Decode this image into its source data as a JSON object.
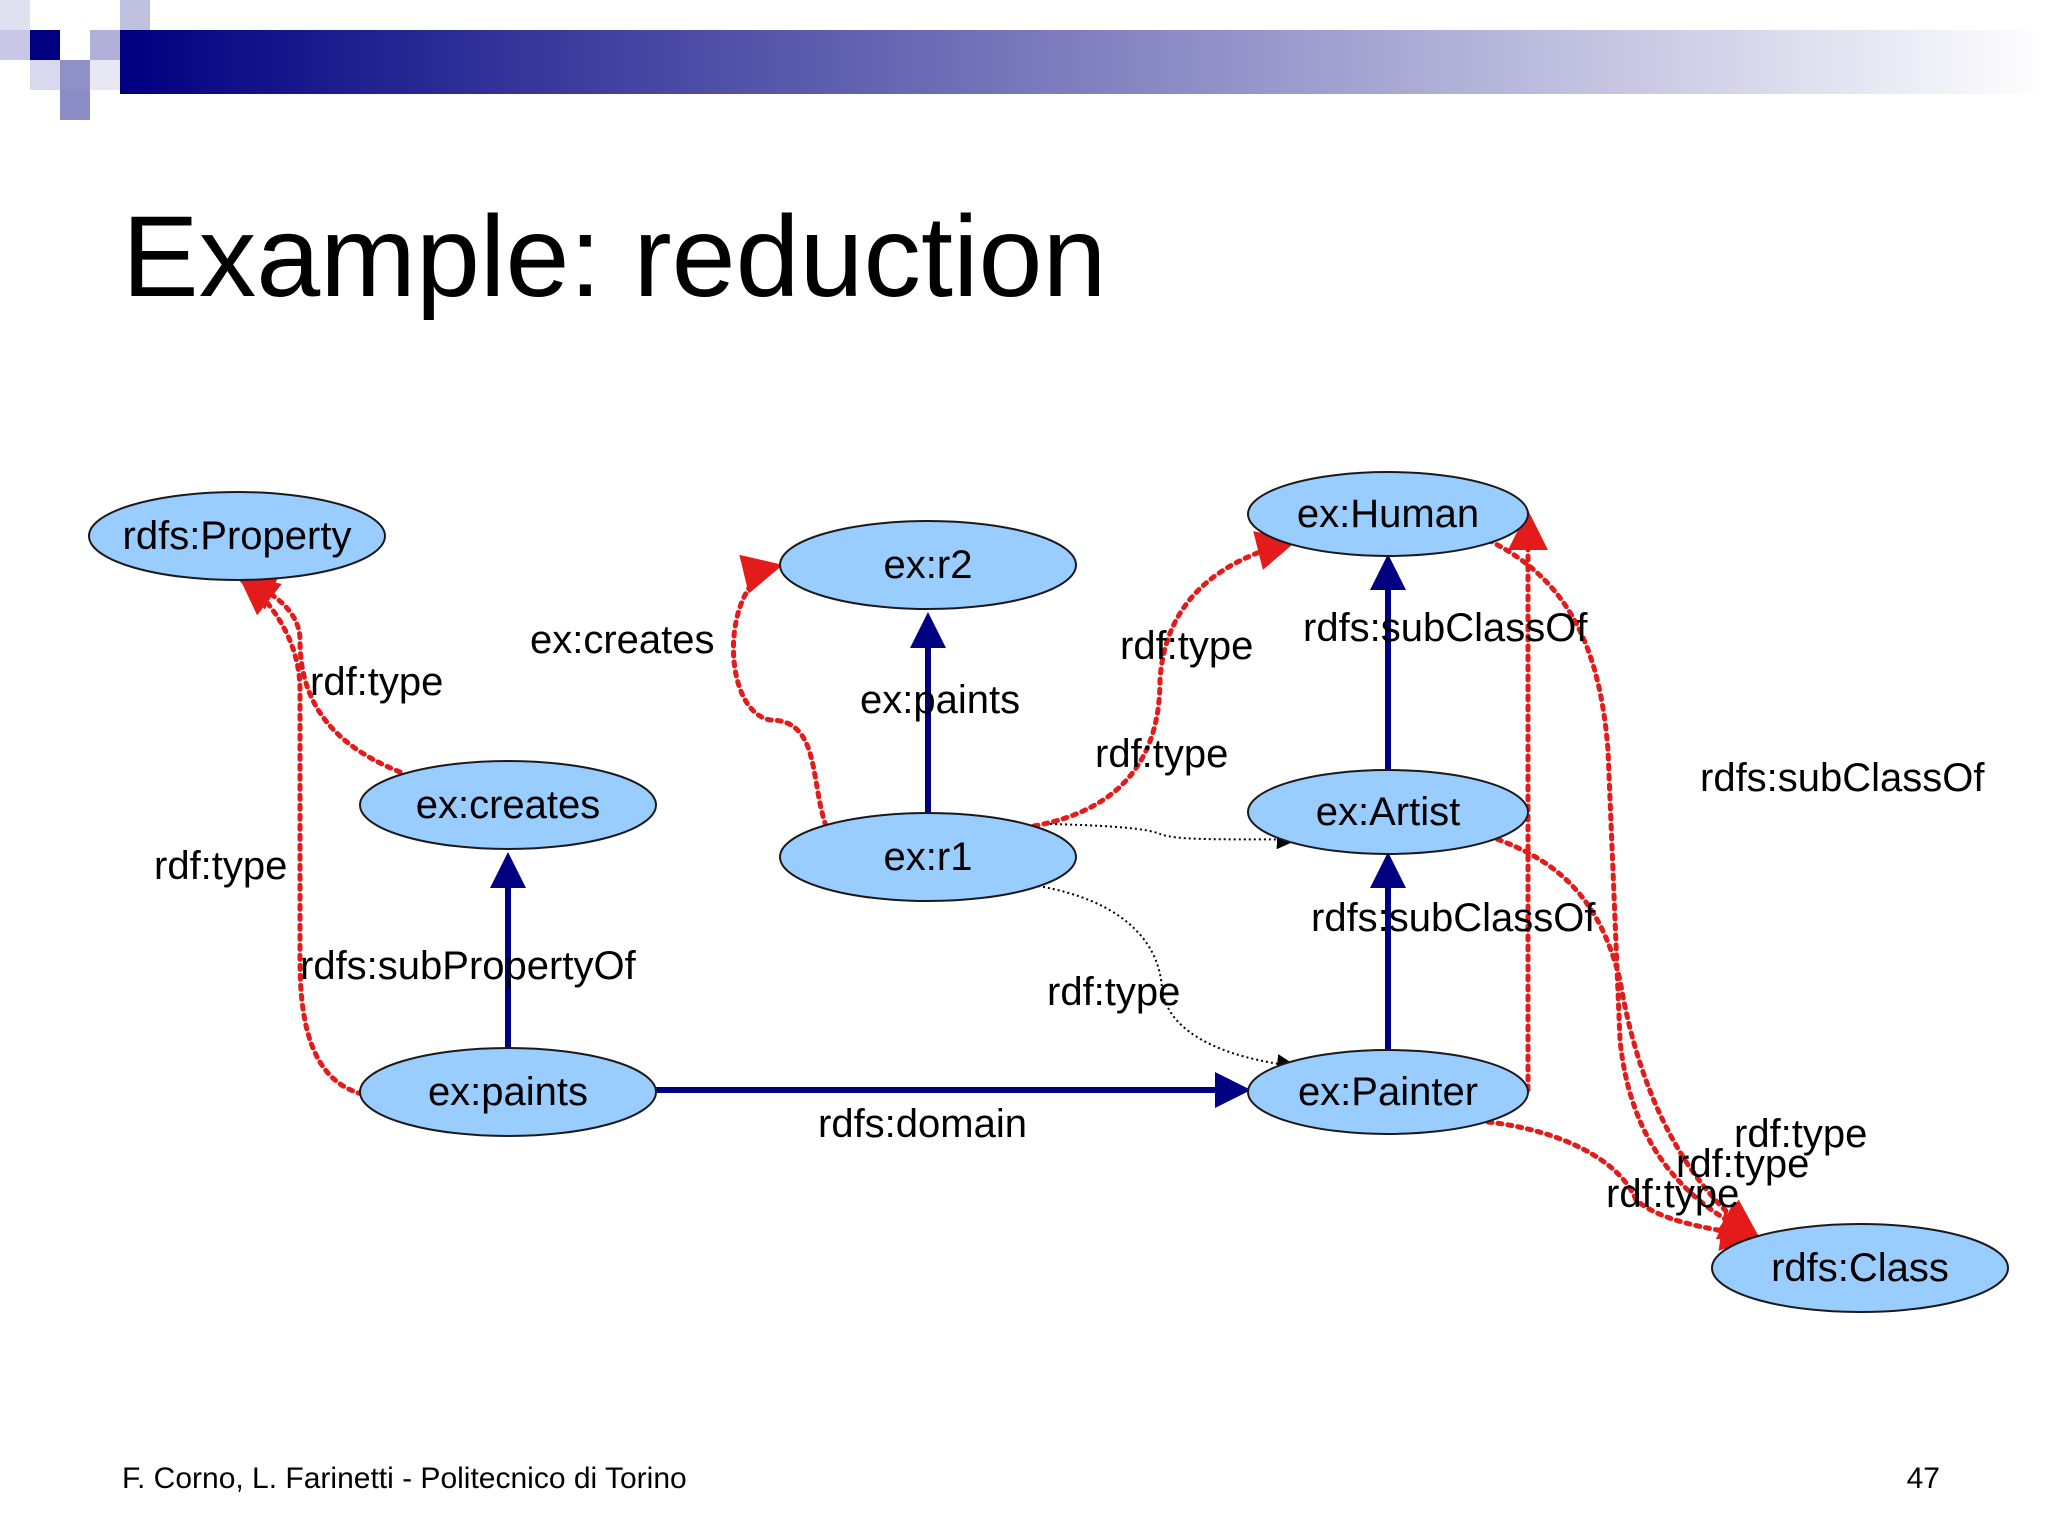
{
  "slide": {
    "title": "Example: reduction",
    "footer_author": "F. Corno, L. Farinetti - Politecnico di Torino",
    "page_number": "47"
  },
  "colors": {
    "node_fill": "#99ccff",
    "solid_edge": "#000080",
    "inferred_edge": "#e31b1b",
    "header_dark": "#000080"
  },
  "nodes": {
    "rdfs_property": "rdfs:Property",
    "ex_r2": "ex:r2",
    "ex_human": "ex:Human",
    "ex_creates": "ex:creates",
    "ex_r1": "ex:r1",
    "ex_artist": "ex:Artist",
    "ex_paints": "ex:paints",
    "ex_painter": "ex:Painter",
    "rdfs_class": "rdfs:Class"
  },
  "edge_labels": {
    "property_type_creates": "rdf:type",
    "property_type_paints": "rdf:type",
    "r1_creates_r2": "ex:creates",
    "r1_paints_r2": "ex:paints",
    "r1_type_human": "rdf:type",
    "r1_type_artist": "rdf:type",
    "artist_subclass_human": "rdfs:subClassOf",
    "human_subclass_class": "rdfs:subClassOf",
    "paints_subproperty_creates": "rdfs:subPropertyOf",
    "painter_subclass_artist": "rdfs:subClassOf",
    "r1_type_painter": "rdf:type",
    "paints_domain_painter": "rdfs:domain",
    "class_type_1": "rdf:type",
    "class_type_2": "rdf:type",
    "class_type_3": "rdf:type"
  }
}
